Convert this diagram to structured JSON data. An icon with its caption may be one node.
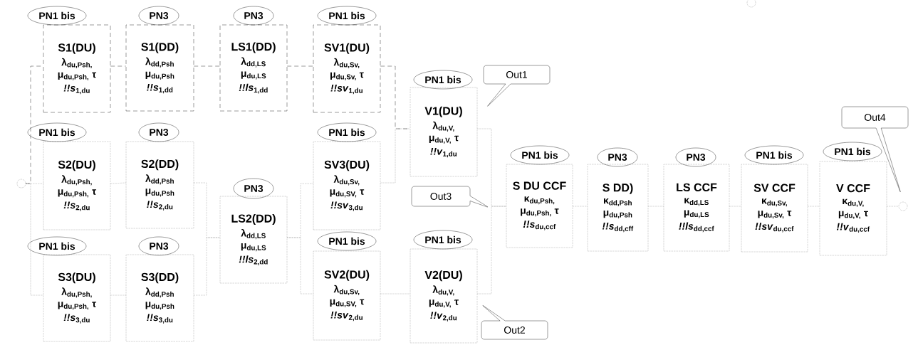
{
  "diagram": {
    "nodes": [
      {
        "text": [],
        "shape": "circle"
      },
      {
        "text": [
          "PN1 bis"
        ]
      },
      {
        "text": [
          "S1(DU)",
          "λ$_{du,Psh,}$",
          "μ$_{du,Psh,}$ τ",
          "*!!s*$_{1,du}$"
        ]
      },
      {
        "text": [
          "PN3"
        ]
      },
      {
        "text": [
          "S1(DD)",
          "λ$_{dd,Psh}$",
          "μ$_{du,Psh}$",
          "*!!s*$_{1,dd}$"
        ]
      },
      {
        "text": [
          "PN3"
        ]
      },
      {
        "text": [
          "LS1(DD)",
          "λ$_{dd,LS}$",
          "μ$_{du,LS}$",
          "*!!ls*$_{1,dd}$"
        ]
      },
      {
        "text": [
          "PN1 bis"
        ]
      },
      {
        "text": [
          "SV1(DU)",
          "λ$_{du,Sv,}$",
          "μ$_{du,Sv,}$ τ",
          "*!!sv*$_{1,du}$"
        ]
      },
      {
        "text": [
          "PN1 bis"
        ]
      },
      {
        "text": [
          "S2(DU)",
          "λ$_{du,Psh,}$",
          "μ$_{du,Psh,}$ τ",
          "*!!s*$_{2,du}$"
        ]
      },
      {
        "text": [
          "PN3"
        ]
      },
      {
        "text": [
          "S2(DD)",
          "λ$_{dd,Psh}$",
          "μ$_{du,Psh}$",
          "*!!s*$_{2,du}$"
        ]
      },
      {
        "text": [
          "PN1 bis"
        ]
      },
      {
        "text": [
          "S3(DU)",
          "λ$_{du,Psh,}$",
          "μ$_{du,Psh,}$ τ",
          "*!!s*$_{3,du}$"
        ]
      },
      {
        "text": [
          "PN3"
        ]
      },
      {
        "text": [
          "S3(DD)",
          "λ$_{dd,Psh}$",
          "μ$_{du,Psh}$",
          "*!!s*$_{3,du}$"
        ]
      },
      {
        "text": [
          "PN3"
        ]
      },
      {
        "text": [
          "LS2(DD)",
          "λ$_{dd,LS}$",
          "μ$_{du,LS}$",
          "*!!ls*$_{2,dd}$"
        ]
      },
      {
        "text": [
          "PN1 bis"
        ]
      },
      {
        "text": [
          "SV3(DU)",
          "λ$_{du,Sv,}$",
          "μ$_{du,SV,}$ τ",
          "*!!sv*$_{3,du}$"
        ]
      },
      {
        "text": [
          "PN1 bis"
        ]
      },
      {
        "text": [
          "SV2(DU)",
          "λ$_{du,Sv,}$",
          "μ$_{du,SV,}$ τ",
          "*!!sv*$_{2,du}$"
        ]
      },
      {
        "text": [
          "PN1 bis"
        ]
      },
      {
        "text": [
          "V1(DU)",
          "λ$_{du,V,}$",
          "μ$_{du,V,}$ τ",
          "*!!v*$_{1,du}$"
        ]
      },
      {
        "text": [
          "PN1 bis"
        ]
      },
      {
        "text": [
          "V2(DU)",
          "λ$_{du,V,}$",
          "μ$_{du,V,}$ τ",
          "*!!v*$_{2,du}$"
        ]
      },
      {
        "text": [
          "Out1"
        ]
      },
      {
        "text": [
          "Out3"
        ]
      },
      {
        "text": [
          "Out2"
        ]
      },
      {
        "text": [
          "PN1 bis"
        ]
      },
      {
        "text": [
          "S DU CCF",
          "κ$_{du,Psh,}$",
          "μ$_{du,Psh,}$ τ",
          "*!!s*$_{du,ccf}$"
        ]
      },
      {
        "text": [
          "PN3"
        ]
      },
      {
        "text": [
          "S DD)",
          "κ$_{dd,Psh}$",
          "μ$_{du,Psh}$",
          "*!!s*$_{dd,cff}$"
        ]
      },
      {
        "text": [
          "PN3"
        ]
      },
      {
        "text": [
          "LS CCF",
          "κ$_{dd,LS}$",
          "μ$_{du,LS}$",
          "*!!ls*$_{dd,ccf}$"
        ]
      },
      {
        "text": [
          "PN1 bis"
        ]
      },
      {
        "text": [
          "SV CCF",
          "κ$_{du,Sv,}$",
          "μ$_{du,Sv,}$ τ",
          "*!!sv*$_{du,ccf}$"
        ]
      },
      {
        "text": [
          "PN1 bis"
        ]
      },
      {
        "text": [
          "V CCF",
          "κ$_{du,V,}$",
          "μ$_{du,V,}$ τ",
          "*!!v*$_{du,ccf}$"
        ]
      },
      {
        "text": [
          "Out4"
        ]
      },
      {
        "text": [],
        "shape": "circle"
      },
      {
        "text": [],
        "shape": "circle"
      }
    ],
    "edges": [
      {
        "from": 0,
        "to": 2,
        "arrow": "none",
        "style": "dashed"
      },
      {
        "from": 0,
        "to": 10,
        "arrow": "none"
      },
      {
        "from": 0,
        "to": 14,
        "arrow": "none"
      },
      {
        "from": 2,
        "to": 4,
        "arrow": "none",
        "style": "dashed"
      },
      {
        "from": 4,
        "to": 6,
        "arrow": "none",
        "style": "dashed"
      },
      {
        "from": 6,
        "to": 8,
        "arrow": "none",
        "style": "dashed"
      },
      {
        "from": 8,
        "to": 24,
        "arrow": "none",
        "style": "dashed"
      },
      {
        "from": 10,
        "to": 12,
        "arrow": "none"
      },
      {
        "from": 14,
        "to": 16,
        "arrow": "none"
      },
      {
        "from": 12,
        "to": 18,
        "arrow": "none"
      },
      {
        "from": 16,
        "to": 18,
        "arrow": "none"
      },
      {
        "from": 18,
        "to": 20,
        "arrow": "none"
      },
      {
        "from": 18,
        "to": 22,
        "arrow": "none"
      },
      {
        "from": 20,
        "to": 24,
        "arrow": "none"
      },
      {
        "from": 22,
        "to": 26,
        "arrow": "none"
      },
      {
        "from": 24,
        "to": 31,
        "arrow": "none"
      },
      {
        "from": 26,
        "to": 31,
        "arrow": "none"
      },
      {
        "from": 31,
        "to": 33,
        "arrow": "none"
      },
      {
        "from": 33,
        "to": 35,
        "arrow": "none"
      },
      {
        "from": 35,
        "to": 37,
        "arrow": "none"
      },
      {
        "from": 37,
        "to": 39,
        "arrow": "none"
      },
      {
        "from": 39,
        "to": 42,
        "arrow": "none"
      }
    ]
  }
}
